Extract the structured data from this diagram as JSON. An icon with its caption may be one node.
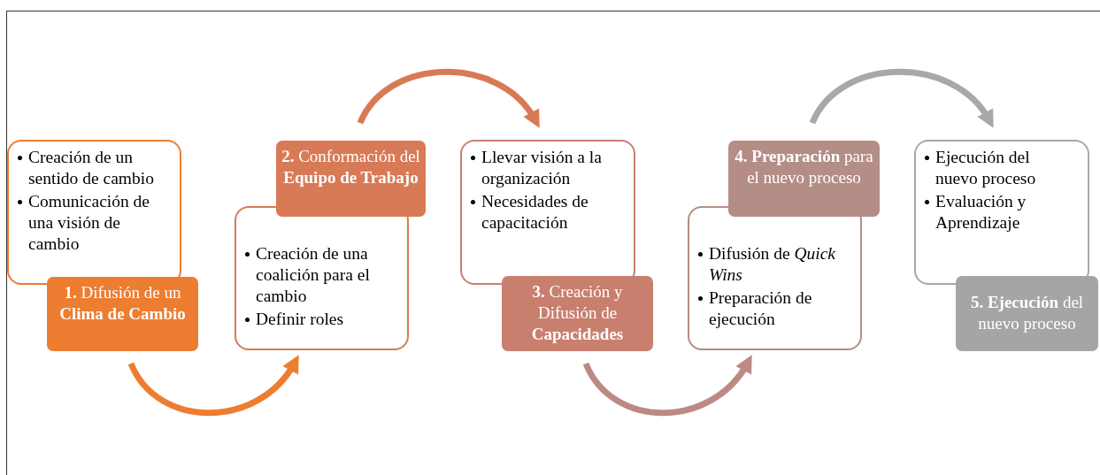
{
  "diagram": {
    "nodes": [
      {
        "text": [
          "Creación de un sentido de cambio",
          "Comunicación de una visión de cambio"
        ]
      },
      {
        "text": [
          "**1.** Difusión de un **Clima de Cambio**"
        ]
      },
      {
        "text": [
          "**2.** Conformación del **Equipo de Trabajo**"
        ]
      },
      {
        "text": [
          "Creación de una coalición para el cambio",
          "Definir roles"
        ]
      },
      {
        "text": [
          "Llevar visión a la organización",
          "Necesidades de capacitación"
        ]
      },
      {
        "text": [
          "**3.** Creación y Difusión de **Capacidades**"
        ]
      },
      {
        "text": [
          "**4. Preparación** para el nuevo proceso"
        ]
      },
      {
        "text": [
          "Difusión de *Quick Wins*",
          "Preparación de ejecución"
        ]
      },
      {
        "text": [
          "Ejecución del nuevo proceso",
          "Evaluación y Aprendizaje"
        ]
      },
      {
        "text": [
          "**5. Ejecución** del nuevo proceso"
        ]
      }
    ],
    "edges": [
      {
        "from": 1,
        "to": 3,
        "arrow": "to",
        "color": "#ed7d31"
      },
      {
        "from": 2,
        "to": 4,
        "arrow": "to",
        "color": "#d87a55"
      },
      {
        "from": 5,
        "to": 7,
        "arrow": "to",
        "color": "#bc8a84"
      },
      {
        "from": 6,
        "to": 8,
        "arrow": "to",
        "color": "#a8a8a8"
      }
    ]
  }
}
